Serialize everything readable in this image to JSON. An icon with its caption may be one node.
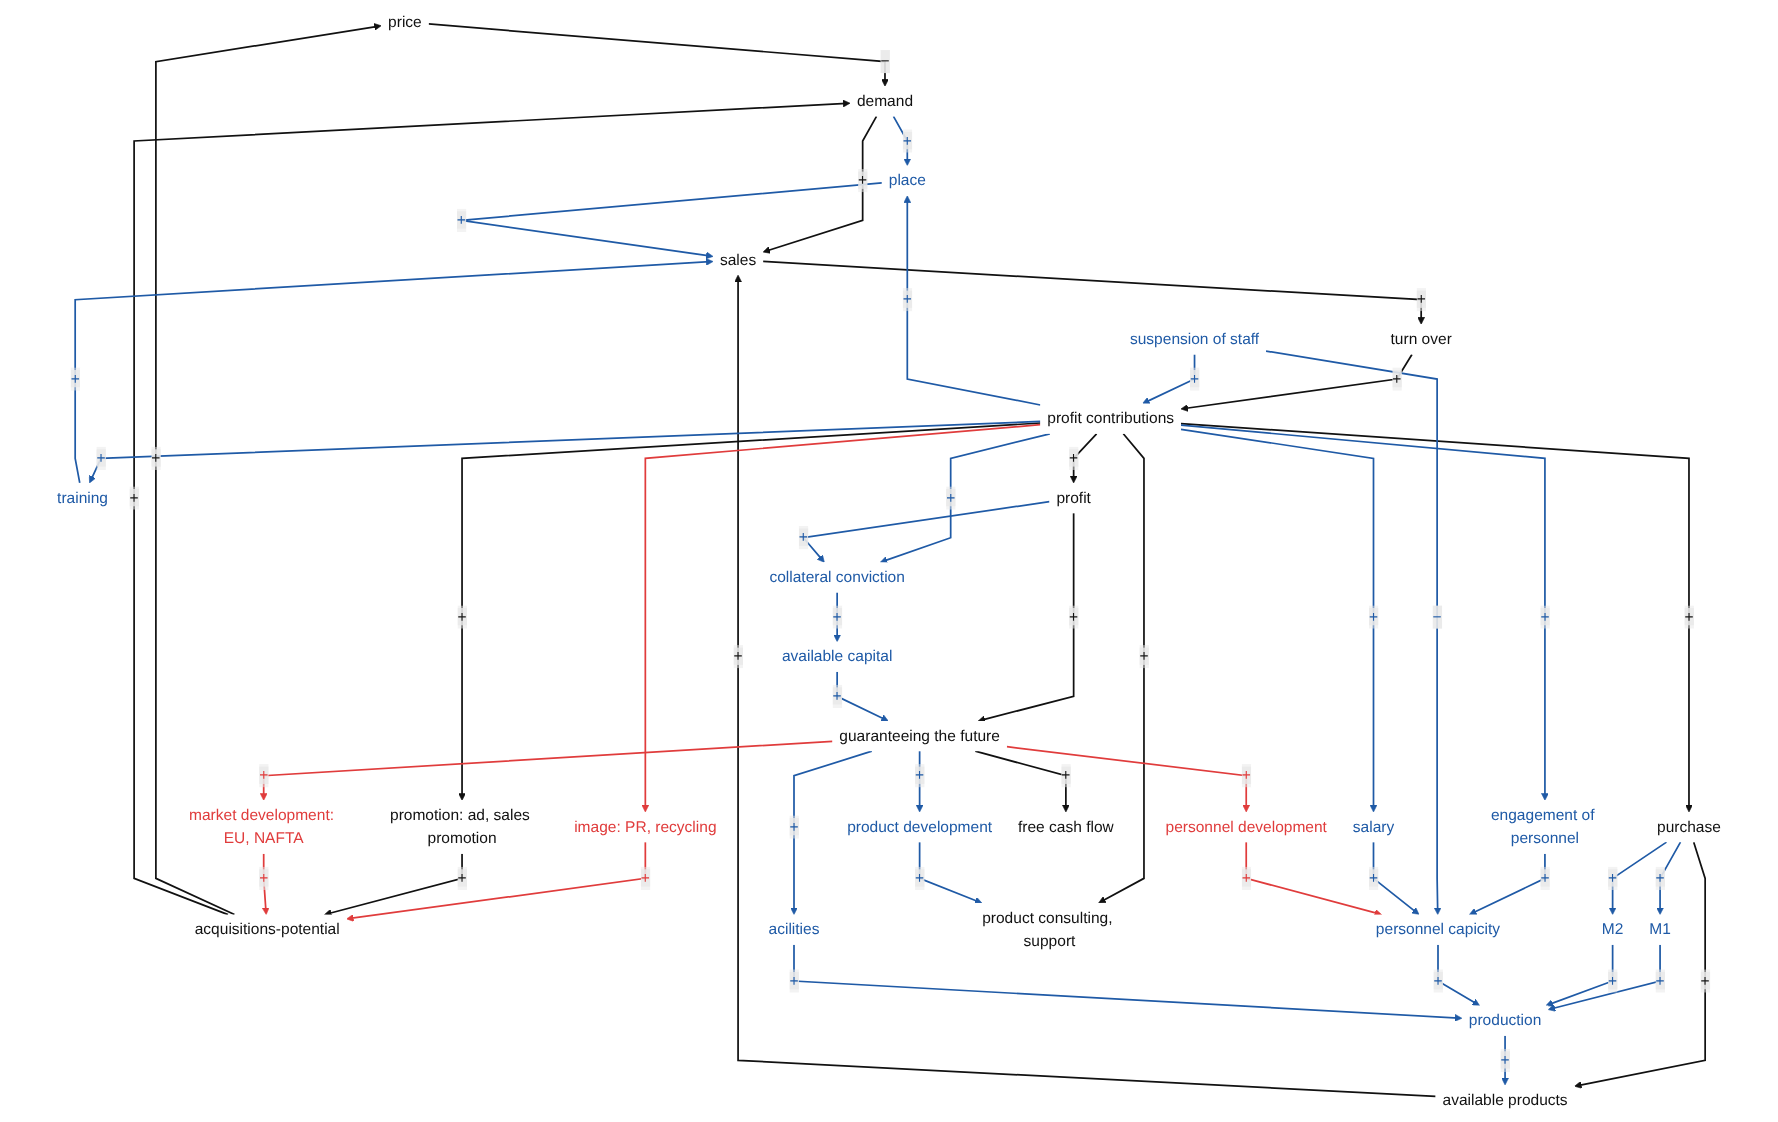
{
  "diagram": {
    "nodes": [
      {
        "text": [
          "price"
        ]
      },
      {
        "text": [
          "demand"
        ]
      },
      {
        "text": [
          "place"
        ]
      },
      {
        "text": [
          "acquisitions-potential"
        ]
      },
      {
        "text": [
          "sales"
        ]
      },
      {
        "text": [
          "available products"
        ]
      },
      {
        "text": [
          "image: PR, recycling"
        ]
      },
      {
        "text": [
          "promotion: ad, sales promotion"
        ]
      },
      {
        "text": [
          "market development: EU, NAFTA"
        ]
      },
      {
        "text": [
          "training"
        ]
      },
      {
        "text": [
          "purchase"
        ]
      },
      {
        "text": [
          "M1"
        ]
      },
      {
        "text": [
          "M2"
        ]
      },
      {
        "text": [
          "production"
        ]
      },
      {
        "text": [
          "turn over"
        ]
      },
      {
        "text": [
          "product consulting, support"
        ]
      },
      {
        "text": [
          "product development"
        ]
      },
      {
        "text": [
          "profit contributions"
        ]
      },
      {
        "text": [
          "collateral conviction"
        ]
      },
      {
        "text": [
          "engagement of personnel"
        ]
      },
      {
        "text": [
          "personnel capicity"
        ]
      },
      {
        "text": [
          "suspension of staff"
        ]
      },
      {
        "text": [
          "profit"
        ]
      },
      {
        "text": [
          "salary"
        ]
      },
      {
        "text": [
          "available capital"
        ]
      },
      {
        "text": [
          "guaranteeing the future"
        ]
      },
      {
        "text": [
          "personnel development"
        ]
      },
      {
        "text": [
          "acilities"
        ]
      },
      {
        "text": [
          "free cash flow"
        ]
      }
    ],
    "edges": [
      {
        "from": 0,
        "to": 1,
        "arrow": "to",
        "label": "−",
        "color": "#111111"
      },
      {
        "from": 3,
        "to": 0,
        "arrow": "to",
        "label": "+",
        "color": "#111111"
      },
      {
        "from": 3,
        "to": 1,
        "arrow": "to",
        "label": "+",
        "color": "#111111"
      },
      {
        "from": 1,
        "to": 2,
        "arrow": "to",
        "label": "+",
        "color": "#1f5aa6"
      },
      {
        "from": 1,
        "to": 4,
        "arrow": "to",
        "label": "+",
        "color": "#111111"
      },
      {
        "from": 2,
        "to": 4,
        "arrow": "to",
        "label": "+",
        "color": "#1f5aa6"
      },
      {
        "from": 5,
        "to": 4,
        "arrow": "to",
        "label": "+",
        "color": "#111111"
      },
      {
        "from": 9,
        "to": 4,
        "arrow": "to",
        "label": "+",
        "color": "#1f5aa6"
      },
      {
        "from": 4,
        "to": 14,
        "arrow": "to",
        "label": "+",
        "color": "#111111"
      },
      {
        "from": 6,
        "to": 3,
        "arrow": "to",
        "label": "+",
        "color": "#e03c3c"
      },
      {
        "from": 7,
        "to": 3,
        "arrow": "to",
        "label": "+",
        "color": "#111111"
      },
      {
        "from": 8,
        "to": 3,
        "arrow": "to",
        "label": "+",
        "color": "#e03c3c"
      },
      {
        "from": 17,
        "to": 2,
        "arrow": "to",
        "label": "+",
        "color": "#1f5aa6"
      },
      {
        "from": 17,
        "to": 6,
        "arrow": "to",
        "color": "#e03c3c"
      },
      {
        "from": 17,
        "to": 7,
        "arrow": "to",
        "label": "+",
        "color": "#111111"
      },
      {
        "from": 17,
        "to": 15,
        "arrow": "to",
        "label": "+",
        "color": "#111111"
      },
      {
        "from": 14,
        "to": 17,
        "arrow": "to",
        "label": "+",
        "color": "#111111"
      },
      {
        "from": 17,
        "to": 9,
        "arrow": "to",
        "label": "+",
        "color": "#1f5aa6"
      },
      {
        "from": 17,
        "to": 10,
        "arrow": "to",
        "label": "+",
        "color": "#111111"
      },
      {
        "from": 10,
        "to": 5,
        "arrow": "to",
        "label": "+",
        "color": "#111111"
      },
      {
        "from": 10,
        "to": 11,
        "arrow": "to",
        "label": "+",
        "color": "#1f5aa6"
      },
      {
        "from": 10,
        "to": 12,
        "arrow": "to",
        "label": "+",
        "color": "#1f5aa6"
      },
      {
        "from": 11,
        "to": 13,
        "arrow": "to",
        "label": "+",
        "color": "#1f5aa6"
      },
      {
        "from": 12,
        "to": 13,
        "arrow": "to",
        "label": "+",
        "color": "#1f5aa6"
      },
      {
        "from": 13,
        "to": 5,
        "arrow": "to",
        "label": "+",
        "color": "#1f5aa6"
      },
      {
        "from": 16,
        "to": 15,
        "arrow": "to",
        "label": "+",
        "color": "#1f5aa6"
      },
      {
        "from": 17,
        "to": 18,
        "arrow": "to",
        "label": "+",
        "color": "#1f5aa6"
      },
      {
        "from": 17,
        "to": 19,
        "arrow": "to",
        "label": "+",
        "color": "#1f5aa6"
      },
      {
        "from": 21,
        "to": 17,
        "arrow": "to",
        "label": "+",
        "color": "#1f5aa6"
      },
      {
        "from": 19,
        "to": 20,
        "arrow": "to",
        "label": "+",
        "color": "#1f5aa6"
      },
      {
        "from": 21,
        "to": 20,
        "arrow": "to",
        "label": "−",
        "color": "#1f5aa6"
      },
      {
        "from": 23,
        "to": 20,
        "arrow": "to",
        "label": "+",
        "color": "#1f5aa6"
      },
      {
        "from": 20,
        "to": 13,
        "arrow": "to",
        "label": "+",
        "color": "#1f5aa6"
      },
      {
        "from": 27,
        "to": 13,
        "arrow": "to",
        "label": "+",
        "color": "#1f5aa6"
      },
      {
        "from": 26,
        "to": 20,
        "arrow": "to",
        "label": "+",
        "color": "#e03c3c"
      },
      {
        "from": 17,
        "to": 22,
        "arrow": "to",
        "label": "+",
        "color": "#111111"
      },
      {
        "from": 22,
        "to": 18,
        "arrow": "to",
        "label": "+",
        "color": "#1f5aa6"
      },
      {
        "from": 17,
        "to": 23,
        "arrow": "to",
        "label": "+",
        "color": "#1f5aa6"
      },
      {
        "from": 22,
        "to": 25,
        "arrow": "to",
        "label": "+",
        "color": "#111111"
      },
      {
        "from": 25,
        "to": 28,
        "arrow": "to",
        "label": "+",
        "color": "#111111"
      },
      {
        "from": 18,
        "to": 24,
        "arrow": "to",
        "label": "+",
        "color": "#1f5aa6"
      },
      {
        "from": 24,
        "to": 25,
        "arrow": "to",
        "label": "+",
        "color": "#1f5aa6"
      },
      {
        "from": 25,
        "to": 16,
        "arrow": "to",
        "label": "+",
        "color": "#1f5aa6"
      },
      {
        "from": 25,
        "to": 8,
        "arrow": "to",
        "label": "+",
        "color": "#e03c3c"
      },
      {
        "from": 25,
        "to": 26,
        "arrow": "to",
        "label": "+",
        "color": "#e03c3c"
      },
      {
        "from": 25,
        "to": 27,
        "arrow": "to",
        "label": "+",
        "color": "#1f5aa6"
      }
    ]
  }
}
